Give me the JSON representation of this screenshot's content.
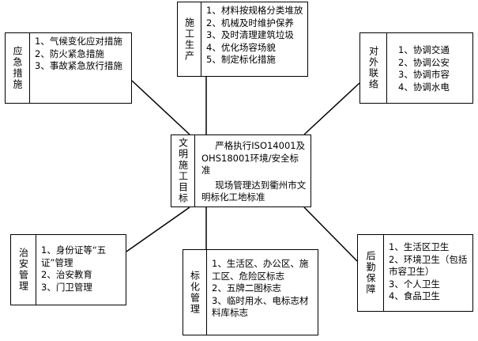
{
  "center": {
    "title": "文明施工目标",
    "lines": [
      "严格执行ISO14001及OHS18001环境/安全标准",
      "现场管理达到衢州市文明标化工地标准"
    ]
  },
  "nodes": {
    "construction": {
      "title": "施工生产",
      "items": [
        "1、材料按规格分类堆放",
        "2、机械及时维护保养",
        "3、及时清理建筑垃圾",
        "4、优化场容场貌",
        "5、制定标化措施"
      ]
    },
    "emergency": {
      "title": "应急措施",
      "items": [
        "1、气候变化应对措施",
        "2、防火紧急措施",
        "3、事故紧急放行措施"
      ]
    },
    "liaison": {
      "title": "对外联络",
      "items": [
        "1、协调交通",
        "2、协调公安",
        "3、协调市容",
        "4、协调水电"
      ]
    },
    "security": {
      "title": "治安管理",
      "items": [
        "1、身份证等“五证”管理",
        "2、治安教育",
        "3、门卫管理"
      ]
    },
    "signage": {
      "title": "标化管理",
      "items": [
        "1、生活区、办公区、施工区、危险区标志",
        "2、五牌二图标志",
        "3、临时用水、电标志材料库标志"
      ]
    },
    "logistics": {
      "title": "后勤保障",
      "items": [
        "1、生活区卫生",
        "2、环境卫生（包括市容卫生）",
        "3、个人卫生",
        "4、食品卫生"
      ]
    }
  }
}
